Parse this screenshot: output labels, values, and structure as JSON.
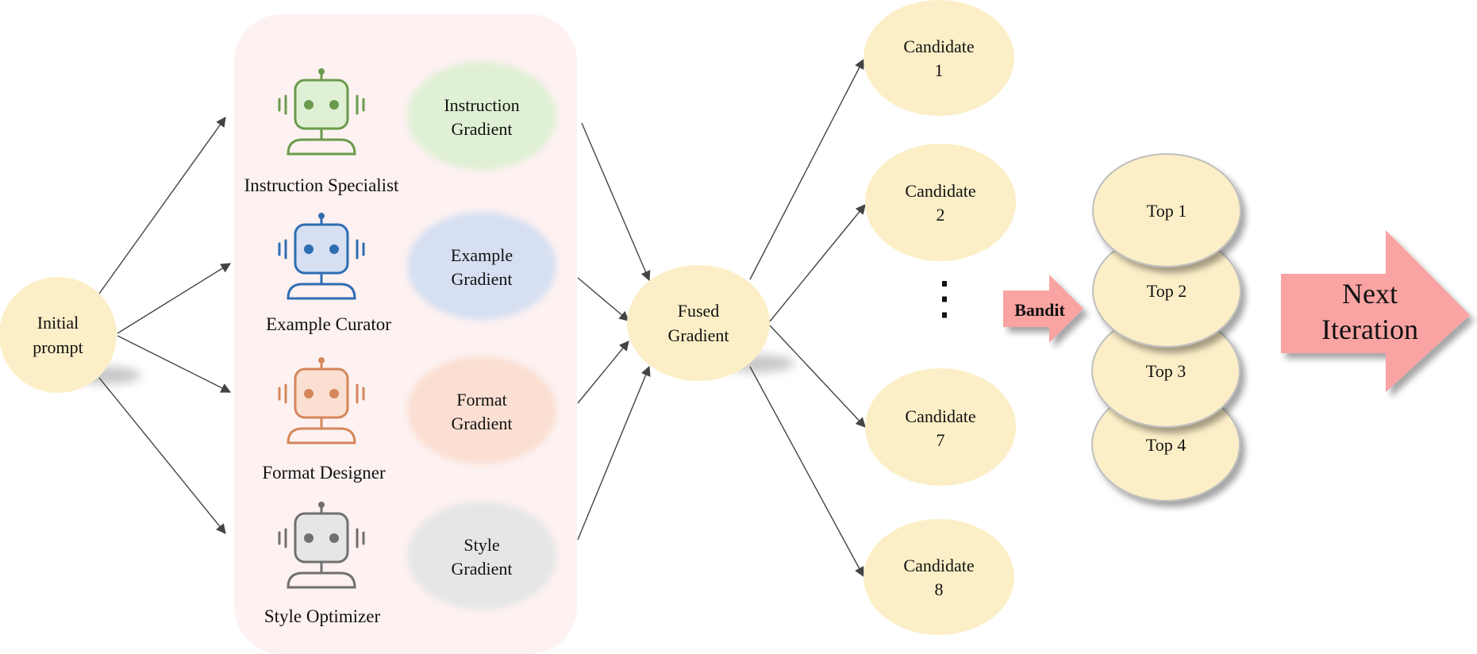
{
  "initial_prompt": {
    "line1": "Initial",
    "line2": "prompt"
  },
  "agents": [
    {
      "label": "Instruction Specialist",
      "color": "#6a9a4c",
      "gradient": {
        "line1": "Instruction",
        "line2": "Gradient"
      },
      "gradient_fill": "#dff0d4"
    },
    {
      "label": "Example Curator",
      "color": "#2f6db3",
      "gradient": {
        "line1": "Example",
        "line2": "Gradient"
      },
      "gradient_fill": "#d6e0f2"
    },
    {
      "label": "Format Designer",
      "color": "#d4875a",
      "gradient": {
        "line1": "Format",
        "line2": "Gradient"
      },
      "gradient_fill": "#fadfd2"
    },
    {
      "label": "Style Optimizer",
      "color": "#707070",
      "gradient": {
        "line1": "Style",
        "line2": "Gradient"
      },
      "gradient_fill": "#e6e6e6"
    }
  ],
  "fused": {
    "line1": "Fused",
    "line2": "Gradient"
  },
  "candidates": [
    {
      "line1": "Candidate",
      "line2": "1"
    },
    {
      "line1": "Candidate",
      "line2": "2"
    },
    {
      "line1": "Candidate",
      "line2": "7"
    },
    {
      "line1": "Candidate",
      "line2": "8"
    }
  ],
  "ellipsis": "⋮",
  "bandit": "Bandit",
  "top": [
    "Top 1",
    "Top 2",
    "Top 3",
    "Top 4"
  ],
  "next": {
    "line1": "Next",
    "line2": "Iteration"
  },
  "colors": {
    "node_fill": "#fcefc7",
    "panel_fill": "#fdf1f1",
    "arrow_pink": "#f9a3a3"
  }
}
